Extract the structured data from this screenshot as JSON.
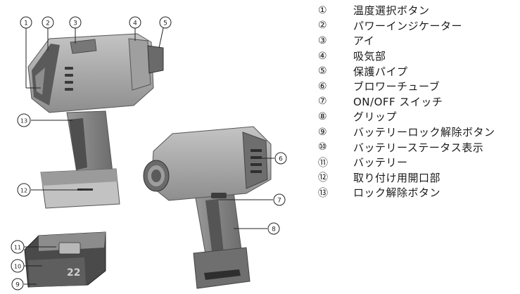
{
  "legend": [
    {
      "num": "①",
      "label": "温度選択ボタン"
    },
    {
      "num": "②",
      "label": "パワーインジケーター"
    },
    {
      "num": "③",
      "label": "アイ"
    },
    {
      "num": "④",
      "label": "吸気部"
    },
    {
      "num": "⑤",
      "label": "保護パイプ"
    },
    {
      "num": "⑥",
      "label": "ブロワーチューブ"
    },
    {
      "num": "⑦",
      "label": "ON/OFF スイッチ"
    },
    {
      "num": "⑧",
      "label": "グリップ"
    },
    {
      "num": "⑨",
      "label": "バッテリーロック解除ボタン"
    },
    {
      "num": "⑩",
      "label": "バッテリーステータス表示"
    },
    {
      "num": "⑪",
      "label": "バッテリー"
    },
    {
      "num": "⑫",
      "label": "取り付け用開口部"
    },
    {
      "num": "⑬",
      "label": "ロック解除ボタン"
    }
  ],
  "callouts": {
    "c1": "1",
    "c2": "2",
    "c3": "3",
    "c4": "4",
    "c5": "5",
    "c6": "6",
    "c7": "7",
    "c8": "8",
    "c9": "9",
    "c10": "10",
    "c11": "11",
    "c12": "12",
    "c13": "13"
  },
  "battery_mark": "22",
  "colors": {
    "tool_body": "#a9a9a9",
    "tool_dark": "#5c5c5c",
    "tool_light": "#c9c9c9"
  }
}
